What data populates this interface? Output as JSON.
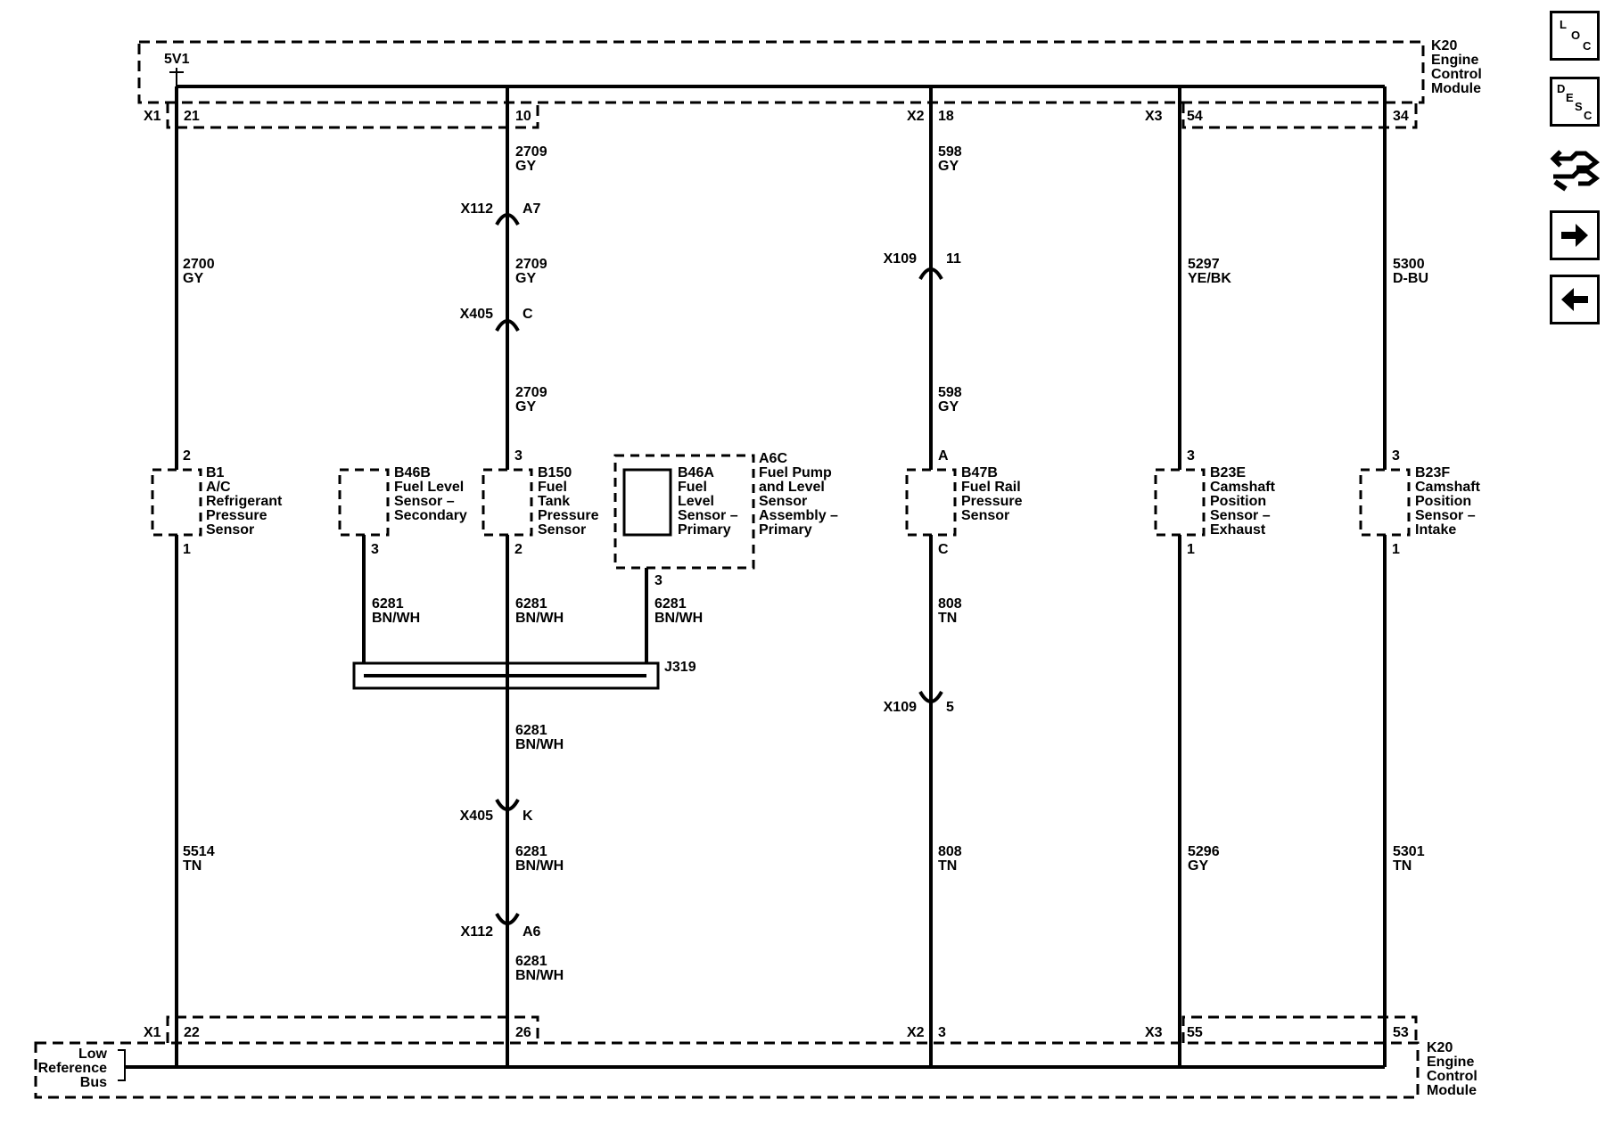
{
  "module": {
    "name": "K20",
    "lines": [
      "Engine",
      "Control",
      "Module"
    ]
  },
  "supply": {
    "label": "5V1"
  },
  "connectors_top": {
    "x1": "X1",
    "x1_pin_a": "21",
    "x1_pin_b": "10",
    "x2": "X2",
    "x2_pin": "18",
    "x3": "X3",
    "x3_pin_a": "54",
    "x3_pin_b": "34"
  },
  "connectors_bottom": {
    "x1": "X1",
    "x1_pin_a": "22",
    "x1_pin_b": "26",
    "x2": "X2",
    "x2_pin": "3",
    "x3": "X3",
    "x3_pin_a": "55",
    "x3_pin_b": "53"
  },
  "low_ref_bus": {
    "lines": [
      "Low",
      "Reference",
      "Bus"
    ]
  },
  "wires": {
    "w2700": {
      "circuit": "2700",
      "color": "GY"
    },
    "w2709a": {
      "circuit": "2709",
      "color": "GY"
    },
    "w2709b": {
      "circuit": "2709",
      "color": "GY"
    },
    "w2709c": {
      "circuit": "2709",
      "color": "GY"
    },
    "w598a": {
      "circuit": "598",
      "color": "GY"
    },
    "w598b": {
      "circuit": "598",
      "color": "GY"
    },
    "w5297": {
      "circuit": "5297",
      "color": "YE/BK"
    },
    "w5300": {
      "circuit": "5300",
      "color": "D-BU"
    },
    "w6281a": {
      "circuit": "6281",
      "color": "BN/WH"
    },
    "w6281b": {
      "circuit": "6281",
      "color": "BN/WH"
    },
    "w6281c": {
      "circuit": "6281",
      "color": "BN/WH"
    },
    "w6281d": {
      "circuit": "6281",
      "color": "BN/WH"
    },
    "w6281e": {
      "circuit": "6281",
      "color": "BN/WH"
    },
    "w6281f": {
      "circuit": "6281",
      "color": "BN/WH"
    },
    "w808a": {
      "circuit": "808",
      "color": "TN"
    },
    "w808b": {
      "circuit": "808",
      "color": "TN"
    },
    "w5514": {
      "circuit": "5514",
      "color": "TN"
    },
    "w5296": {
      "circuit": "5296",
      "color": "GY"
    },
    "w5301": {
      "circuit": "5301",
      "color": "TN"
    }
  },
  "inline_connectors": {
    "x112_top": {
      "name": "X112",
      "pin": "A7"
    },
    "x405_top": {
      "name": "X405",
      "pin": "C"
    },
    "x109_top": {
      "name": "X109",
      "pin": "11"
    },
    "x109_bottom": {
      "name": "X109",
      "pin": "5"
    },
    "x405_bottom": {
      "name": "X405",
      "pin": "K"
    },
    "x112_bottom": {
      "name": "X112",
      "pin": "A6"
    }
  },
  "splice": {
    "name": "J319"
  },
  "sensors": {
    "b1": {
      "id": "B1",
      "lines": [
        "A/C",
        "Refrigerant",
        "Pressure",
        "Sensor"
      ],
      "pin_top": "2",
      "pin_bottom": "1"
    },
    "b46b": {
      "id": "B46B",
      "lines": [
        "Fuel Level",
        "Sensor –",
        "Secondary"
      ],
      "pin_bottom": "3"
    },
    "b150": {
      "id": "B150",
      "lines": [
        "Fuel",
        "Tank",
        "Pressure",
        "Sensor"
      ],
      "pin_top": "3",
      "pin_bottom": "2"
    },
    "b46a": {
      "id": "B46A",
      "lines": [
        "Fuel",
        "Level",
        "Sensor –",
        "Primary"
      ],
      "pin_bottom": "3"
    },
    "a6c": {
      "id": "A6C",
      "lines": [
        "Fuel Pump",
        "and Level",
        "Sensor",
        "Assembly –",
        "Primary"
      ]
    },
    "b47b": {
      "id": "B47B",
      "lines": [
        "Fuel Rail",
        "Pressure",
        "Sensor"
      ],
      "pin_top": "A",
      "pin_bottom": "C"
    },
    "b23e": {
      "id": "B23E",
      "lines": [
        "Camshaft",
        "Position",
        "Sensor –",
        "Exhaust"
      ],
      "pin_top": "3",
      "pin_bottom": "1"
    },
    "b23f": {
      "id": "B23F",
      "lines": [
        "Camshaft",
        "Position",
        "Sensor –",
        "Intake"
      ],
      "pin_top": "3",
      "pin_bottom": "1"
    }
  },
  "sidebar": {
    "loc": {
      "letters": [
        "L",
        "O",
        "C"
      ],
      "icon": "location-icon"
    },
    "desc": {
      "letters": [
        "D",
        "E",
        "S",
        "C"
      ],
      "icon": "description-icon"
    },
    "tools": {
      "icon": "connector-tools-icon"
    },
    "next": {
      "icon": "arrow-right-icon"
    },
    "prev": {
      "icon": "arrow-left-icon"
    }
  }
}
